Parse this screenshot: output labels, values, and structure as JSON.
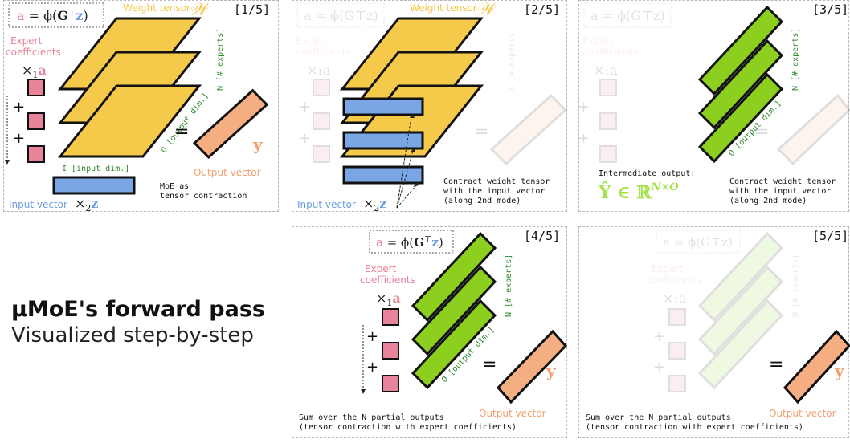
{
  "colors": {
    "expert": "#e8849a",
    "input": "#7aa6e6",
    "weight": "#f5c94a",
    "green": "#8ccf1e",
    "output": "#f5ad82",
    "dark_green": "#2e8b2e",
    "label_yellow": "#f5c542",
    "label_pink": "#e58397",
    "label_blue": "#6b9de0",
    "label_orange": "#f0a070"
  },
  "title": {
    "main": "μMoE's forward pass",
    "sub": "Visualized step-by-step"
  },
  "formula_a": "a = ϕ(G",
  "formula_a_tail": "⊤z)",
  "labels": {
    "weight_tensor": "Weight tensor",
    "weight_symbol": "𝒲",
    "expert_coefficients_1": "Expert",
    "expert_coefficients_2": "coefficients",
    "times1": "×",
    "sub1": "1",
    "a_sym": "a",
    "times2": "×",
    "sub2": "2",
    "z_sym": "z",
    "plus": "+",
    "equals": "=",
    "y_sym": "y",
    "input_vector": "Input vector",
    "output_vector": "Output vector",
    "n_experts": "N [# experts]",
    "o_output_dim": "O [output dim.]",
    "i_input_dim": "I [input dim.]"
  },
  "panels": [
    {
      "step": "[1/5]",
      "caption_lines": [
        "MoE as",
        "tensor contraction"
      ]
    },
    {
      "step": "[2/5]",
      "caption_lines": [
        "Contract weight tensor",
        "with the input vector",
        "(along 2nd mode)"
      ]
    },
    {
      "step": "[3/5]",
      "caption_lines": [
        "Contract weight tensor",
        "with the input vector",
        "(along 2nd mode)"
      ],
      "intermediate_label": "Intermediate output:",
      "intermediate_formula": "Ŷ ∈ ℝ",
      "intermediate_sup": "N×O"
    },
    {
      "step": "[4/5]",
      "caption_lines": [
        "Sum over the N partial outputs",
        "(tensor contraction with expert coefficients)"
      ]
    },
    {
      "step": "[5/5]",
      "caption_lines": [
        "Sum over the N partial outputs",
        "(tensor contraction with expert coefficients)"
      ]
    }
  ]
}
